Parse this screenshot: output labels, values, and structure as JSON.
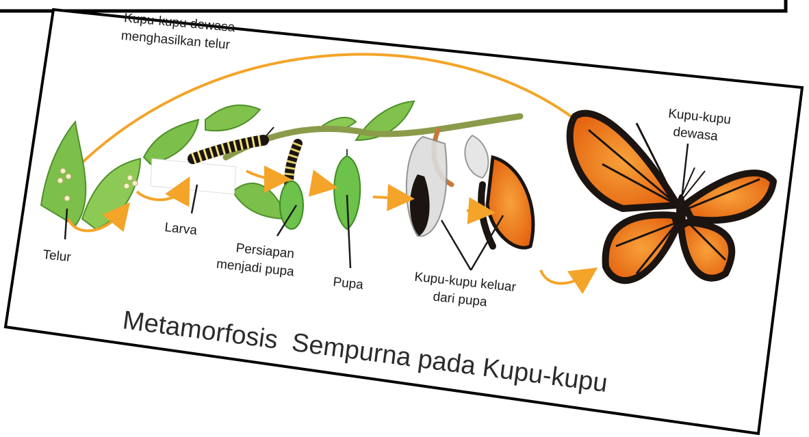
{
  "diagram": {
    "title": "Metamorfosis  Sempurna pada Kupu-kupu",
    "stages": {
      "adult_lays_eggs": [
        "Kupu-kupu dewasa",
        "menghasilkan telur"
      ],
      "egg": "Telur",
      "larva": "Larva",
      "prepupa": [
        "Persiapan",
        "menjadi pupa"
      ],
      "pupa": "Pupa",
      "emerging": [
        "Kupu-kupu keluar",
        "dari pupa"
      ],
      "adult": [
        "Kupu-kupu",
        "dewasa"
      ]
    },
    "colors": {
      "arrow": "#f4a428",
      "leaf": "#7cbf4a",
      "leaf_dark": "#4f8f2a",
      "chrysalis": "#6cc24a",
      "wing_orange": "#f07a1a",
      "wing_black": "#1b1410",
      "border": "#000000"
    },
    "icons": [
      "leaf-icon",
      "egg-icon",
      "caterpillar-icon",
      "chrysalis-icon",
      "butterfly-icon"
    ]
  }
}
